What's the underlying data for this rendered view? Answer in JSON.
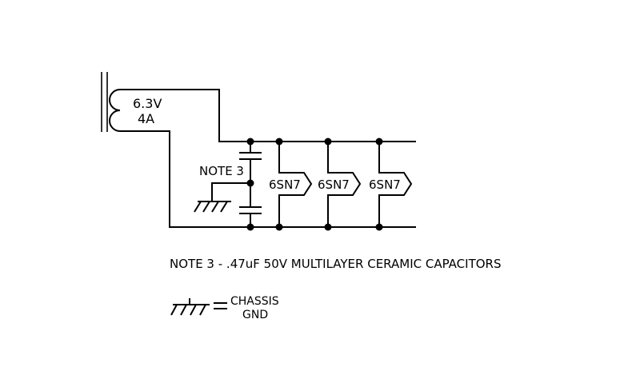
{
  "transformer": {
    "voltage": "6.3V",
    "current": "4A"
  },
  "capacitor_label": "NOTE 3",
  "tubes": [
    {
      "label": "6SN7"
    },
    {
      "label": "6SN7"
    },
    {
      "label": "6SN7"
    }
  ],
  "note": "NOTE 3 -  .47uF 50V MULTILAYER CERAMIC CAPACITORS",
  "legend": {
    "line1": "CHASSIS",
    "line2": "GND"
  }
}
